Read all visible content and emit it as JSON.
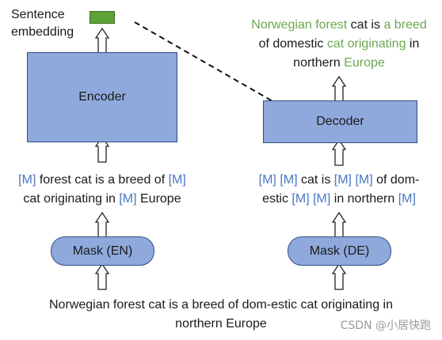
{
  "sentence_embedding_label": [
    "Sentence",
    "embedding"
  ],
  "encoder_label": "Encoder",
  "decoder_label": "Decoder",
  "mask_en_label": "Mask (EN)",
  "mask_de_label": "Mask (DE)",
  "mask_token": "[M]",
  "left_masked": {
    "line1": [
      {
        "t": "[M]",
        "c": "mask"
      },
      {
        "t": " forest cat is a breed of ",
        "c": "plain"
      },
      {
        "t": "[M]",
        "c": "mask"
      }
    ],
    "line2": [
      {
        "t": "cat originating in ",
        "c": "plain"
      },
      {
        "t": "[M]",
        "c": "mask"
      },
      {
        "t": " Europe",
        "c": "plain"
      }
    ]
  },
  "right_masked": {
    "line1": [
      {
        "t": "[M]",
        "c": "mask"
      },
      {
        "t": " ",
        "c": "plain"
      },
      {
        "t": "[M]",
        "c": "mask"
      },
      {
        "t": " cat is ",
        "c": "plain"
      },
      {
        "t": "[M]",
        "c": "mask"
      },
      {
        "t": " ",
        "c": "plain"
      },
      {
        "t": "[M]",
        "c": "mask"
      },
      {
        "t": " of dom-",
        "c": "plain"
      }
    ],
    "line2": [
      {
        "t": "estic ",
        "c": "plain"
      },
      {
        "t": "[M]",
        "c": "mask"
      },
      {
        "t": " ",
        "c": "plain"
      },
      {
        "t": "[M]",
        "c": "mask"
      },
      {
        "t": " in northern ",
        "c": "plain"
      },
      {
        "t": "[M]",
        "c": "mask"
      }
    ]
  },
  "output_text": {
    "line1": [
      {
        "t": "Norwegian forest",
        "c": "green"
      },
      {
        "t": " cat is ",
        "c": "plain"
      },
      {
        "t": "a breed",
        "c": "green"
      }
    ],
    "line2": [
      {
        "t": "of domestic ",
        "c": "plain"
      },
      {
        "t": "cat originating",
        "c": "green"
      },
      {
        "t": " in",
        "c": "plain"
      }
    ],
    "line3": [
      {
        "t": "northern ",
        "c": "plain"
      },
      {
        "t": "Europe",
        "c": "green"
      }
    ]
  },
  "input_sentence": [
    "Norwegian forest cat is a breed of dom-estic cat originating in",
    "northern Europe"
  ],
  "watermark": "CSDN @小居快跑",
  "colors": {
    "box_fill": "#8fa9dc",
    "box_border": "#2f4f7f",
    "mask_token": "#4a78c2",
    "output_highlight": "#6aa84f",
    "embedding": "#5fa336"
  }
}
